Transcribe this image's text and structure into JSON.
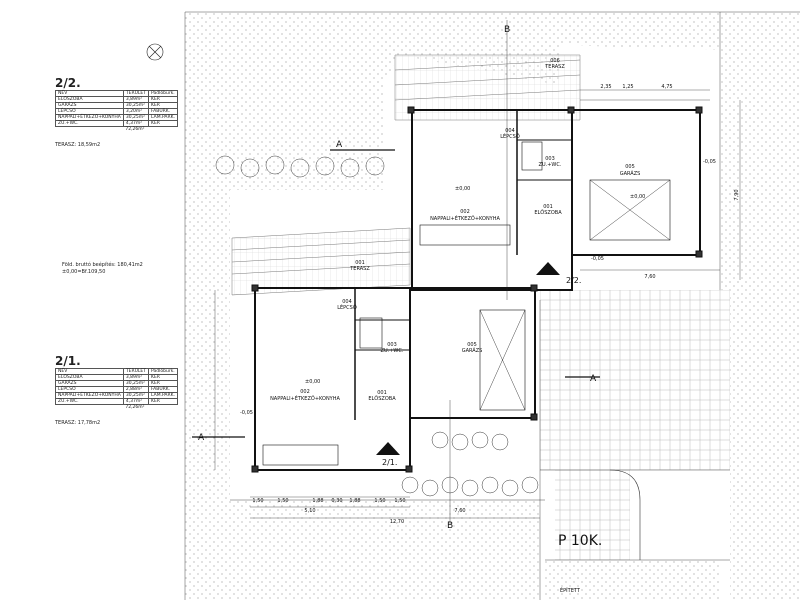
{
  "unit_2_2": {
    "title": "2/2.",
    "headers": [
      "NÉV",
      "TERÜLET",
      "Padlóburk."
    ],
    "rows": [
      [
        "ELŐSZOBA",
        "3,89m²",
        "KER"
      ],
      [
        "GARÁZS",
        "30,25m²",
        "KER"
      ],
      [
        "LÉPCSŐ",
        "3,20m²",
        "FABURK."
      ],
      [
        "NAPPALI+ÉTKEZŐ+KONYHA",
        "30,25m²",
        "LAM.PARK."
      ],
      [
        "ZU.+WC.",
        "4,37m²",
        "KER"
      ]
    ],
    "total": "72,26m²",
    "terrace": "TERASZ: 18,59m2"
  },
  "unit_2_1": {
    "title": "2/1.",
    "headers": [
      "NÉV",
      "TERÜLET",
      "Padlóburk."
    ],
    "rows": [
      [
        "ELŐSZOBA",
        "3,89m²",
        "KER"
      ],
      [
        "GARÁZS",
        "30,25m²",
        "KER"
      ],
      [
        "LÉPCSŐ",
        "2,88m²",
        "FABURK."
      ],
      [
        "NAPPALI+ÉTKEZŐ+KONYHA",
        "30,25m²",
        "LAM.PARK."
      ],
      [
        "ZU.+WC.",
        "4,37m²",
        "KER"
      ]
    ],
    "total": "72,26m²",
    "terrace": "TERASZ: 17,78m2"
  },
  "site_note": {
    "line1": "Föld. bruttó beépítés: 180,41m2",
    "line2": "±0,00=Bf.109,50"
  },
  "plan": {
    "section_labels": [
      "A",
      "A",
      "A",
      "B",
      "B"
    ],
    "unit_labels": [
      "2/2.",
      "2/1."
    ],
    "rooms": [
      {
        "num": "002",
        "name": "NAPPALI+ÉTKEZŐ+KONYHA"
      },
      {
        "num": "005",
        "name": "GARÁZS"
      },
      {
        "num": "004",
        "name": "LÉPCSŐ"
      },
      {
        "num": "003",
        "name": "ZU.+WC."
      },
      {
        "num": "001",
        "name": "ELŐSZOBA"
      },
      {
        "num": "006",
        "name": "TERASZ"
      },
      {
        "num": "002",
        "name": "NAPPALI+ÉTKEZŐ+KONYHA"
      },
      {
        "num": "005",
        "name": "GARÁZS"
      },
      {
        "num": "004",
        "name": "LÉPCSŐ"
      },
      {
        "num": "003",
        "name": "ZU.+WC."
      },
      {
        "num": "001",
        "name": "ELŐSZOBA"
      },
      {
        "num": "001",
        "name": "TERASZ"
      }
    ],
    "level_top": "±0,00",
    "level_minus": "-0,05",
    "parking": "P 10K.",
    "parking_sub": "ÉPÍTETT",
    "dims_bottom": [
      "1,50",
      "1,50",
      "1,88",
      "0,30",
      "1,88",
      "1,50",
      "1,50"
    ],
    "dims_bottom2": [
      "5,10",
      "7,60"
    ],
    "dim_total": "12,70",
    "dims_top": [
      "2,35",
      "1,25",
      "4,75"
    ],
    "dim_right": "7,90",
    "dim_top_total": "7,60"
  }
}
